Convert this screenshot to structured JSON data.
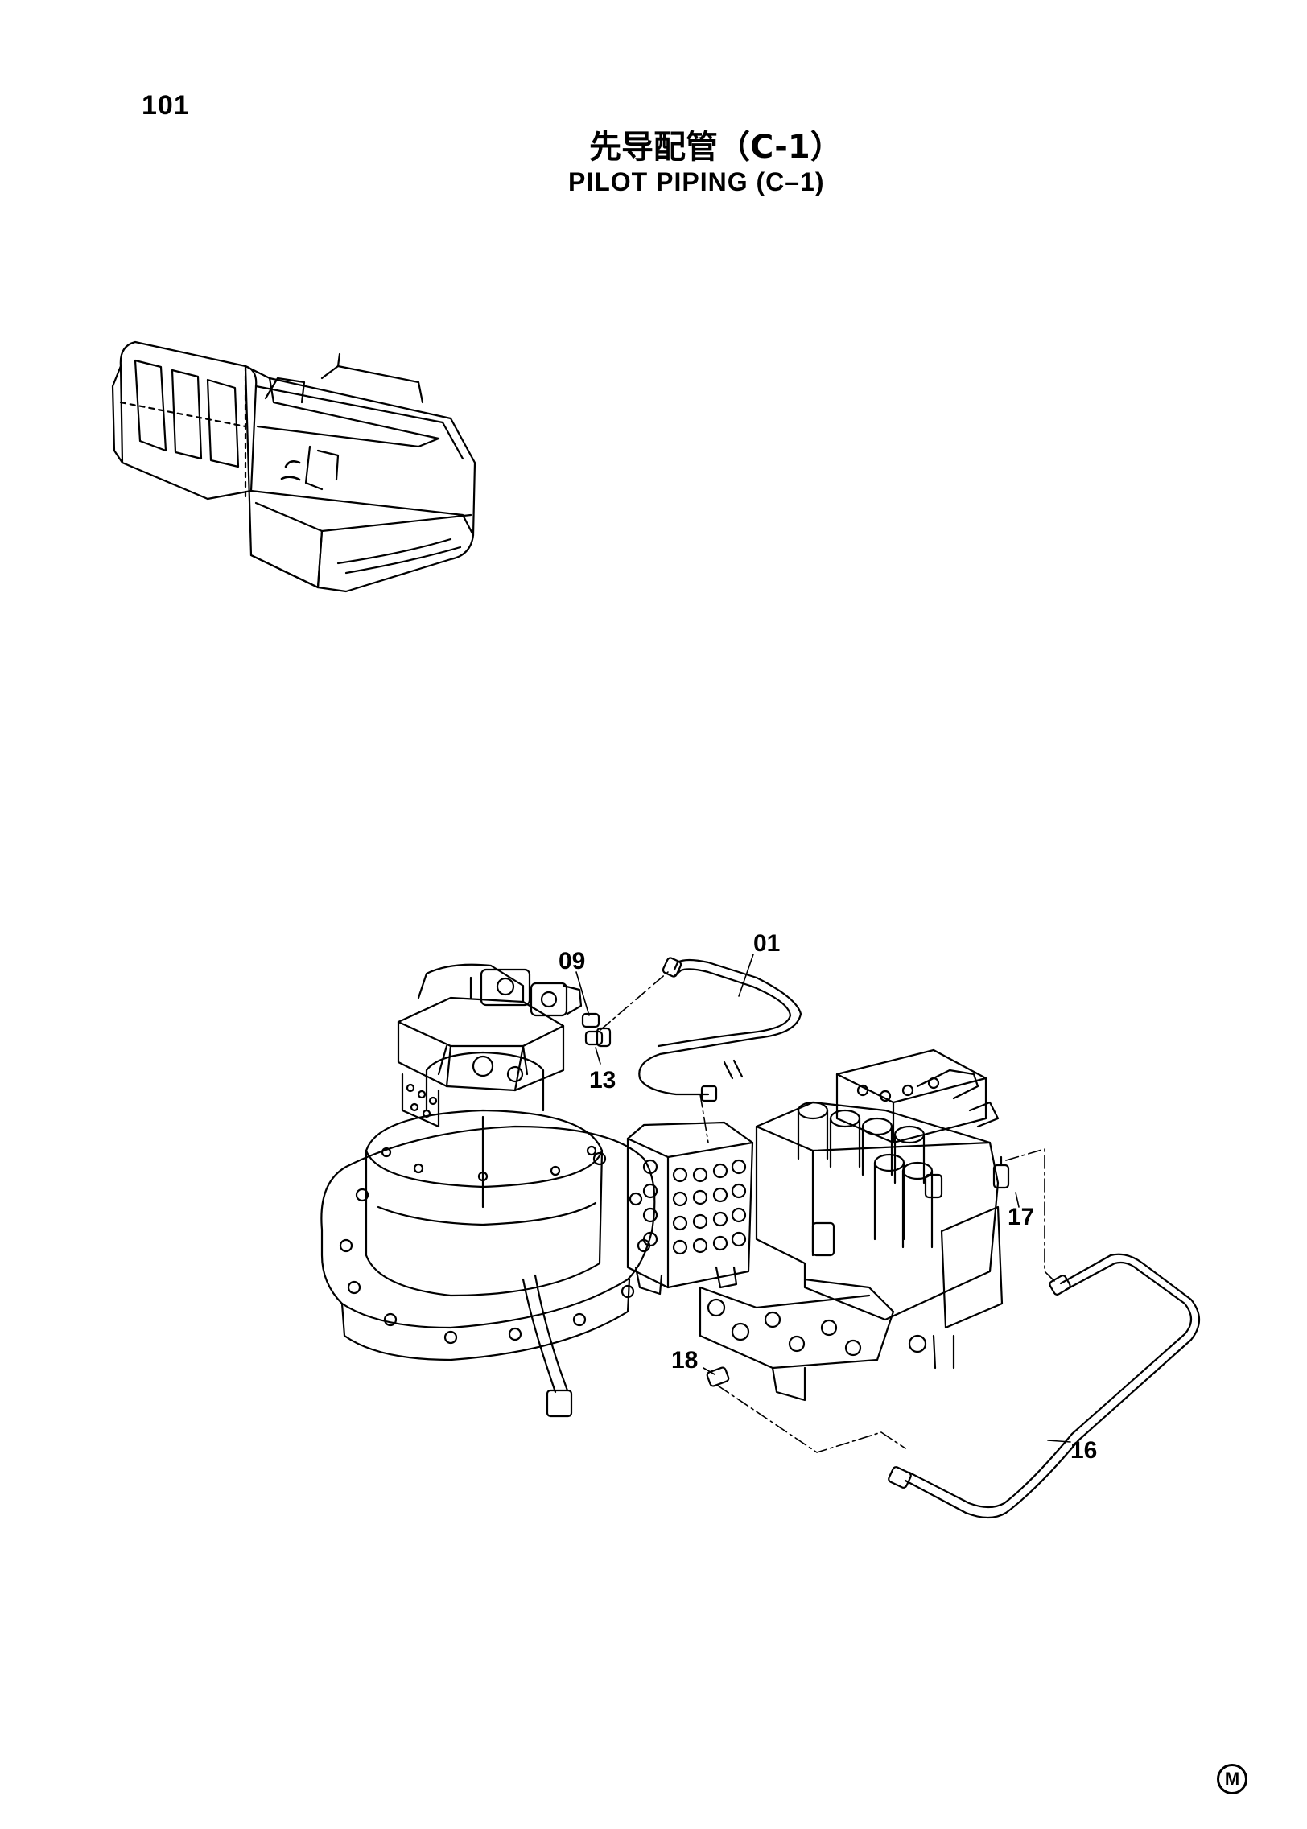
{
  "page": {
    "number": "101",
    "title_cn": "先导配管（C-1）",
    "title_en": "PILOT PIPING (C–1)"
  },
  "callouts": [
    {
      "id": "c01",
      "label": "01"
    },
    {
      "id": "c09",
      "label": "09"
    },
    {
      "id": "c13",
      "label": "13"
    },
    {
      "id": "c16",
      "label": "16"
    },
    {
      "id": "c17",
      "label": "17"
    },
    {
      "id": "c18",
      "label": "18"
    }
  ],
  "footer": {
    "mark": "M"
  }
}
